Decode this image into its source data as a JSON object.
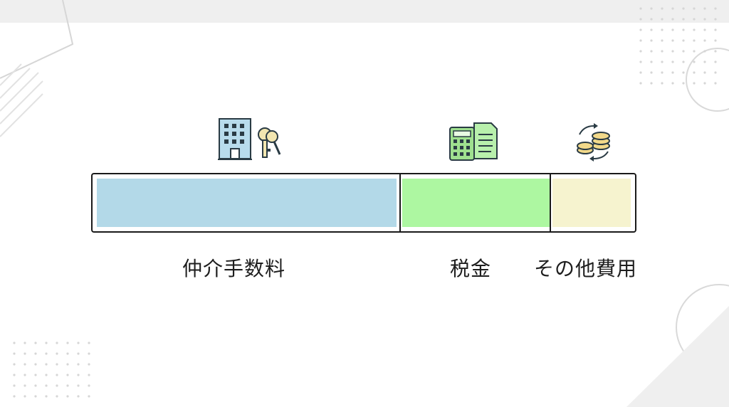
{
  "segments": [
    {
      "label": "仲介手数料",
      "icon": "building-key-icon",
      "color": "#b3d9e8"
    },
    {
      "label": "税金",
      "icon": "calculator-document-icon",
      "color": "#adf7a1"
    },
    {
      "label": "その他費用",
      "icon": "coins-exchange-icon",
      "color": "#f6f3cf"
    }
  ]
}
